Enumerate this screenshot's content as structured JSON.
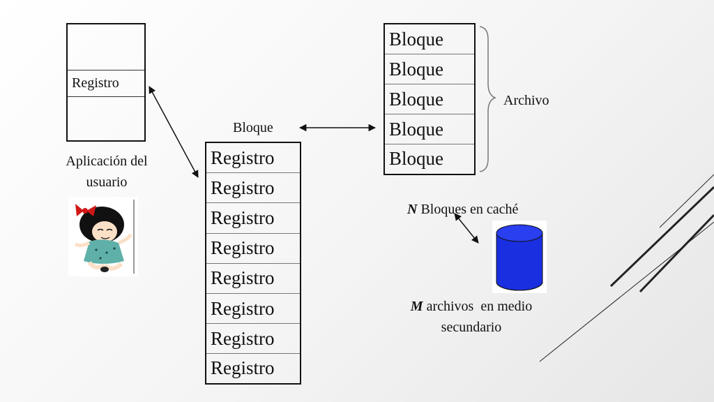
{
  "app_record": {
    "label": "Registro"
  },
  "app_caption": {
    "line1": "Aplicación del",
    "line2": "usuario"
  },
  "buffer": {
    "label": "Bloque",
    "records": [
      "Registro",
      "Registro",
      "Registro",
      "Registro",
      "Registro",
      "Registro",
      "Registro",
      "Registro"
    ]
  },
  "cache": {
    "blocks": [
      "Bloque",
      "Bloque",
      "Bloque",
      "Bloque",
      "Bloque"
    ],
    "brace_label": "Archivo",
    "caption_em": "N",
    "caption_rest": " Bloques en caché"
  },
  "storage": {
    "caption_em": "M",
    "caption_rest": " archivos  en medio",
    "caption_line2": "secundario",
    "disk_color": "#1a2fe0"
  }
}
